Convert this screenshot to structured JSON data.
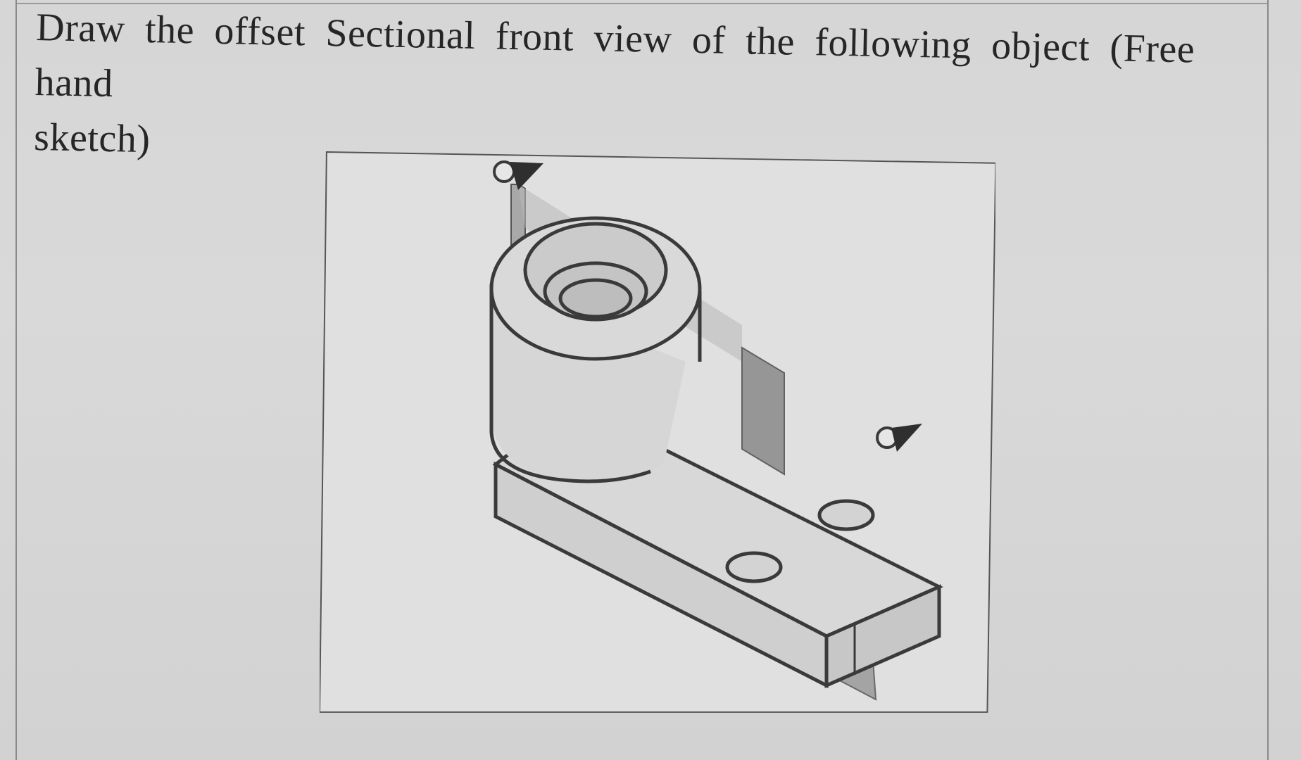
{
  "question": {
    "line1": "Draw the offset Sectional  front view of the following object (Free hand",
    "line2": "sketch)"
  },
  "figure": {
    "description_icon": "isometric-object-with-offset-cutting-plane",
    "colors": {
      "line": "#3a3a3a",
      "plane": "#9c9c9c",
      "background": "#dedede"
    }
  }
}
